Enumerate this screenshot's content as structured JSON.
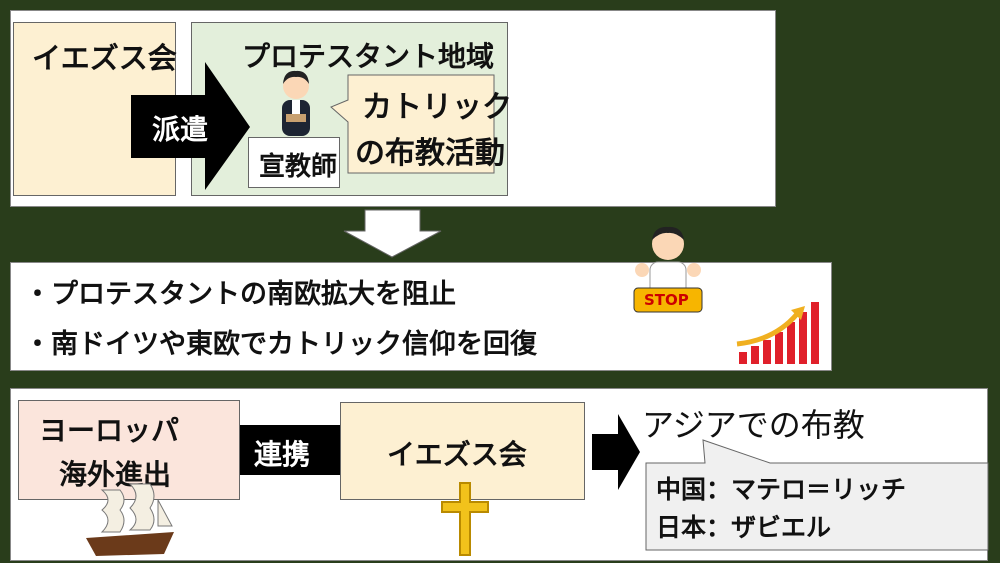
{
  "top": {
    "jesuit_label": "イエズス会",
    "protestant_label": "プロテスタント地域",
    "dispatch_label": "派遣",
    "missionary_label": "宣教師",
    "bubble_line1": "カトリック",
    "bubble_line2": "の布教活動"
  },
  "middle": {
    "bullets": [
      "・プロテスタントの南欧拡大を阻止",
      "・南ドイツや東欧でカトリック信仰を回復"
    ],
    "stop_label": "STOP"
  },
  "bottom": {
    "europe_line1": "ヨーロッパ",
    "europe_line2": "海外進出",
    "alliance_label": "連携",
    "jesuit_label": "イエズス会",
    "asia_title": "アジアでの布教",
    "china_line": "中国：マテロ＝リッチ",
    "japan_line": "日本：ザビエル"
  },
  "colors": {
    "background": "#293d1b",
    "beige": "#fdf0d2",
    "green": "#e3efdb",
    "pink": "#fbe5dc",
    "gray": "#f0f0f0"
  }
}
